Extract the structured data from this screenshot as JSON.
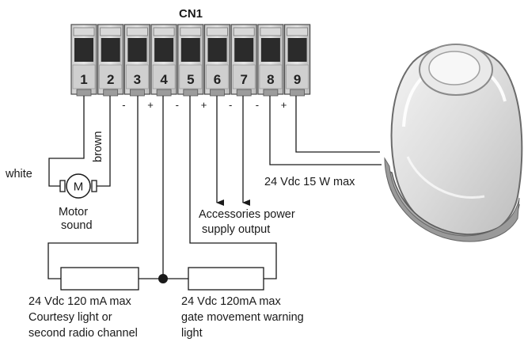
{
  "connector": {
    "title": "CN1",
    "terminals": [
      {
        "number": "1",
        "polarity": ""
      },
      {
        "number": "2",
        "polarity": ""
      },
      {
        "number": "3",
        "polarity": "-"
      },
      {
        "number": "4",
        "polarity": "+"
      },
      {
        "number": "5",
        "polarity": "-"
      },
      {
        "number": "6",
        "polarity": "+"
      },
      {
        "number": "7",
        "polarity": "-"
      },
      {
        "number": "8",
        "polarity": "-"
      },
      {
        "number": "9",
        "polarity": "+"
      }
    ]
  },
  "motor": {
    "symbol": "M",
    "wire_brown": "brown",
    "wire_white": "white",
    "label_line1": "Motor",
    "label_line2": "sound"
  },
  "accessories": {
    "line1": "Accessories power",
    "line2": "supply output"
  },
  "lamp": {
    "rating": "24 Vdc 15 W max"
  },
  "courtesy_light": {
    "line1": "24 Vdc 120 mA max",
    "line2": "Courtesy light or",
    "line3": "second radio channel"
  },
  "warning_light": {
    "line1": "24 Vdc 120mA max",
    "line2": "gate movement warning",
    "line3": "light"
  }
}
